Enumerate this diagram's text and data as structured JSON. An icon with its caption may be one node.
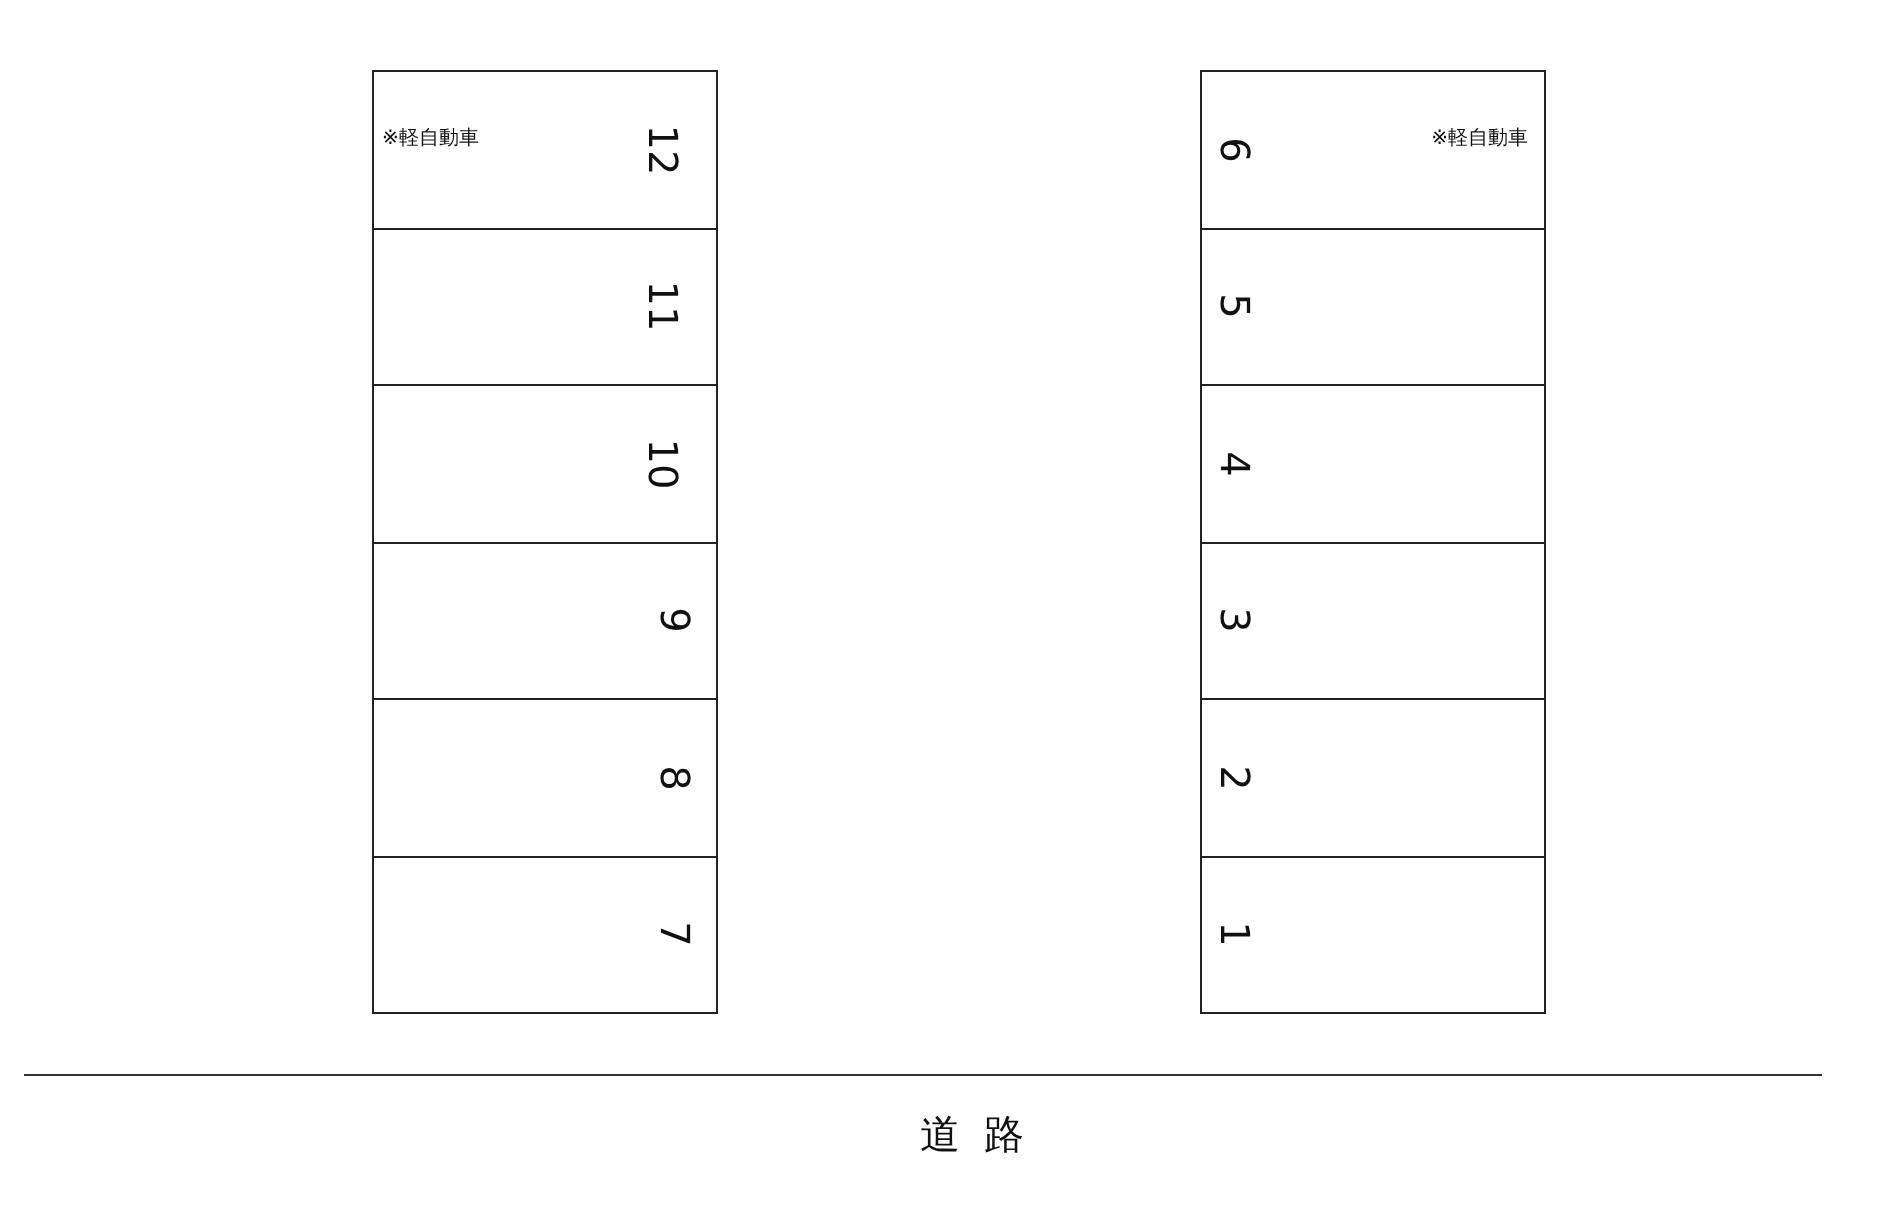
{
  "diagram": {
    "nodes": [
      {
        "text": [
          "※軽自動車",
          "12"
        ]
      },
      {
        "text": [
          "11"
        ]
      },
      {
        "text": [
          "10"
        ]
      },
      {
        "text": [
          "9"
        ]
      },
      {
        "text": [
          "8"
        ]
      },
      {
        "text": [
          "7"
        ]
      },
      {
        "text": [
          "6",
          "※軽自動車"
        ]
      },
      {
        "text": [
          "5"
        ]
      },
      {
        "text": [
          "4"
        ]
      },
      {
        "text": [
          "3"
        ]
      },
      {
        "text": [
          "2"
        ]
      },
      {
        "text": [
          "1"
        ]
      }
    ],
    "labels": [
      "道路"
    ]
  }
}
